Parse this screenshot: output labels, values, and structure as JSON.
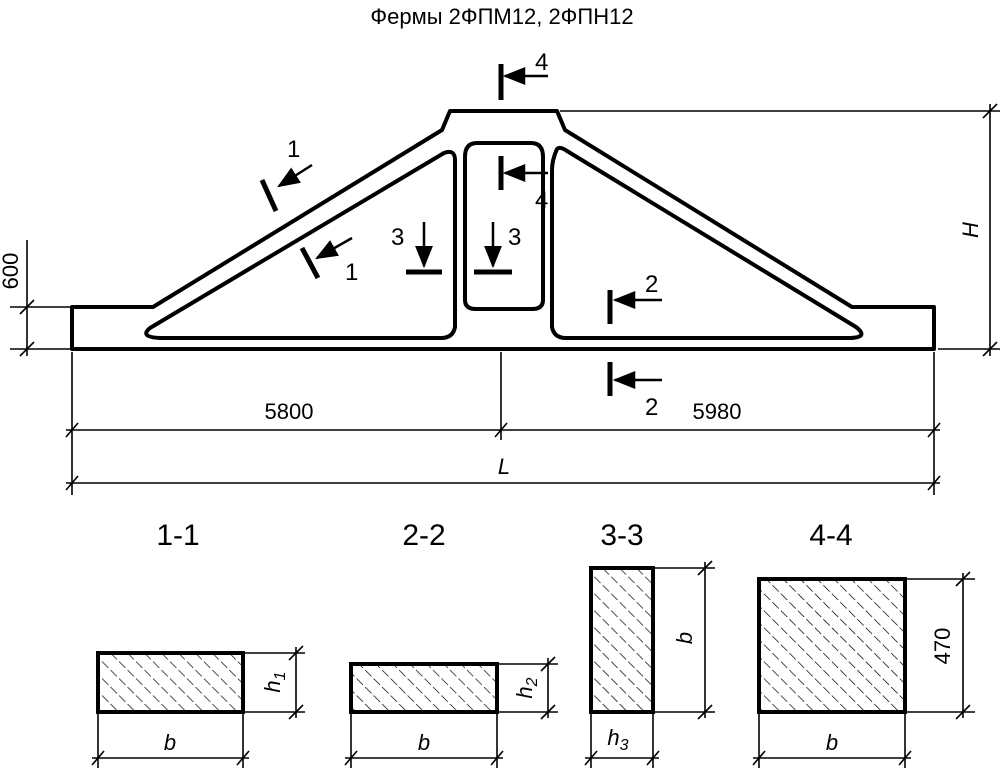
{
  "title": "Фермы 2ФПМ12, 2ФПН12",
  "truss": {
    "dim_left": "5800",
    "dim_right": "5980",
    "dim_total": "L",
    "dim_height": "H",
    "dim_base": "600"
  },
  "section_marks": {
    "m1a": "1",
    "m1b": "1",
    "m2a": "2",
    "m2b": "2",
    "m3a": "3",
    "m3b": "3",
    "m4a": "4",
    "m4b": "4"
  },
  "sections": [
    {
      "label": "1-1",
      "width_label": "b",
      "height_label": "h",
      "height_sub": "1"
    },
    {
      "label": "2-2",
      "width_label": "b",
      "height_label": "h",
      "height_sub": "2"
    },
    {
      "label": "3-3",
      "width_label": "h",
      "width_sub": "3",
      "height_label": "b"
    },
    {
      "label": "4-4",
      "width_label": "b",
      "height_label": "470"
    }
  ]
}
